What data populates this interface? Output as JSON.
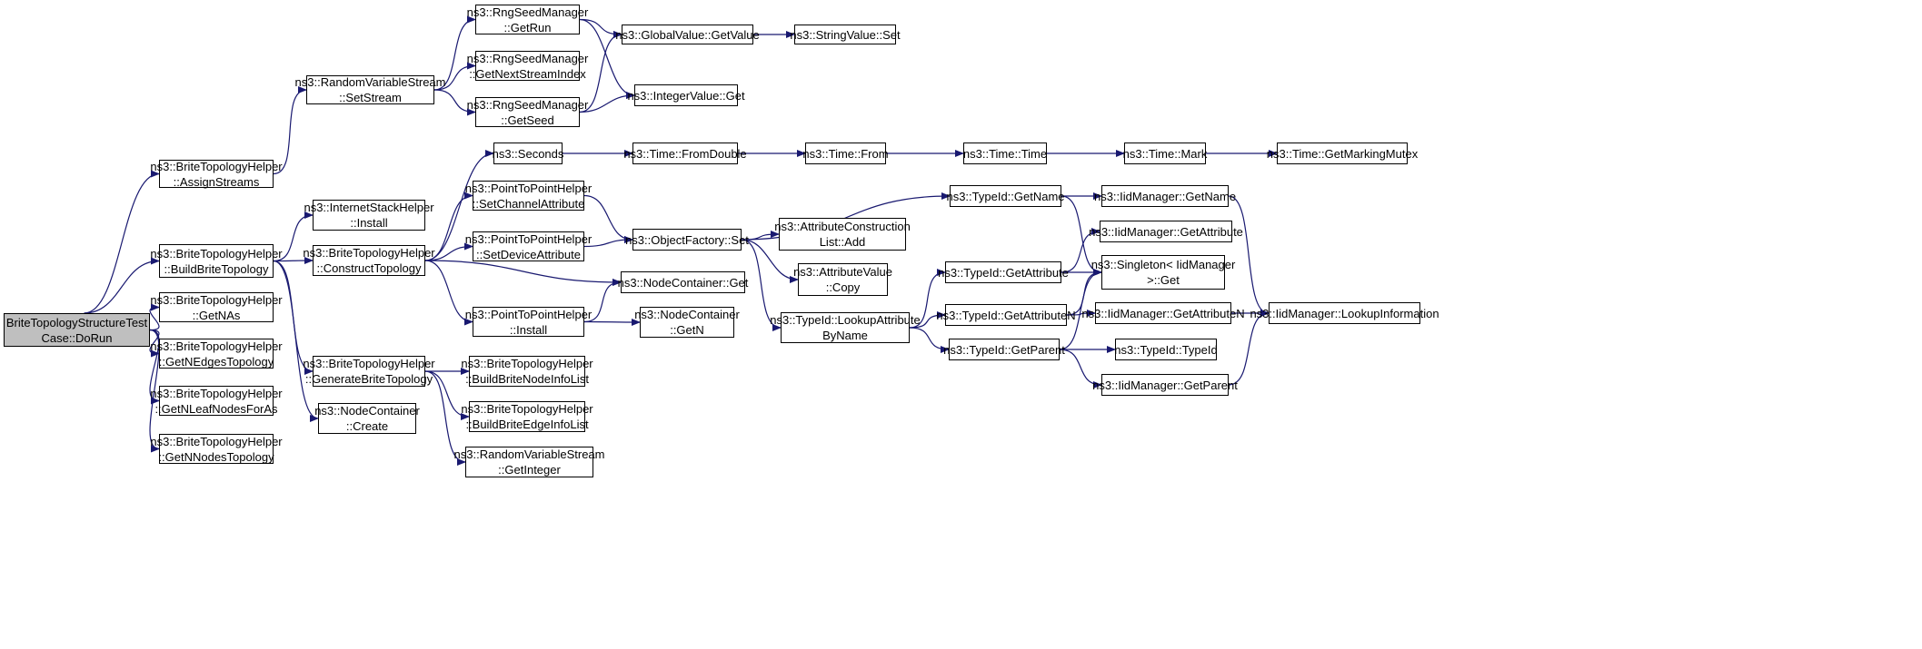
{
  "colors": {
    "edge": "#191970",
    "node_border": "#000000",
    "root_fill": "#bfbfbf",
    "node_fill": "#ffffff"
  },
  "nodes": [
    {
      "id": "root",
      "lines": [
        "BriteTopologyStructureTest",
        "Case::DoRun"
      ],
      "root": true
    },
    {
      "id": "assign_streams",
      "lines": [
        "ns3::BriteTopologyHelper",
        "::AssignStreams"
      ]
    },
    {
      "id": "build_brite_topology",
      "lines": [
        "ns3::BriteTopologyHelper",
        "::BuildBriteTopology"
      ]
    },
    {
      "id": "get_nas",
      "lines": [
        "ns3::BriteTopologyHelper",
        "::GetNAs"
      ]
    },
    {
      "id": "get_nedges",
      "lines": [
        "ns3::BriteTopologyHelper",
        "::GetNEdgesTopology"
      ]
    },
    {
      "id": "get_nleaf",
      "lines": [
        "ns3::BriteTopologyHelper",
        "::GetNLeafNodesForAs"
      ]
    },
    {
      "id": "get_nnodes",
      "lines": [
        "ns3::BriteTopologyHelper",
        "::GetNNodesTopology"
      ]
    },
    {
      "id": "rvs_setstream",
      "lines": [
        "ns3::RandomVariableStream",
        "::SetStream"
      ]
    },
    {
      "id": "internet_install",
      "lines": [
        "ns3::InternetStackHelper",
        "::Install"
      ]
    },
    {
      "id": "construct_topology",
      "lines": [
        "ns3::BriteTopologyHelper",
        "::ConstructTopology"
      ]
    },
    {
      "id": "generate_brite",
      "lines": [
        "ns3::BriteTopologyHelper",
        "::GenerateBriteTopology"
      ]
    },
    {
      "id": "nc_create",
      "lines": [
        "ns3::NodeContainer",
        "::Create"
      ]
    },
    {
      "id": "rng_getrun",
      "lines": [
        "ns3::RngSeedManager",
        "::GetRun"
      ]
    },
    {
      "id": "rng_nextstream",
      "lines": [
        "ns3::RngSeedManager",
        "::GetNextStreamIndex"
      ]
    },
    {
      "id": "rng_getseed",
      "lines": [
        "ns3::RngSeedManager",
        "::GetSeed"
      ]
    },
    {
      "id": "seconds",
      "lines": [
        "ns3::Seconds"
      ]
    },
    {
      "id": "p2p_setchannel",
      "lines": [
        "ns3::PointToPointHelper",
        "::SetChannelAttribute"
      ]
    },
    {
      "id": "p2p_setdevice",
      "lines": [
        "ns3::PointToPointHelper",
        "::SetDeviceAttribute"
      ]
    },
    {
      "id": "p2p_install",
      "lines": [
        "ns3::PointToPointHelper",
        "::Install"
      ]
    },
    {
      "id": "build_node_info",
      "lines": [
        "ns3::BriteTopologyHelper",
        "::BuildBriteNodeInfoList"
      ]
    },
    {
      "id": "build_edge_info",
      "lines": [
        "ns3::BriteTopologyHelper",
        "::BuildBriteEdgeInfoList"
      ]
    },
    {
      "id": "rvs_getinteger",
      "lines": [
        "ns3::RandomVariableStream",
        "::GetInteger"
      ]
    },
    {
      "id": "gv_getvalue",
      "lines": [
        "ns3::GlobalValue::GetValue"
      ]
    },
    {
      "id": "integervalue_get",
      "lines": [
        "ns3::IntegerValue::Get"
      ]
    },
    {
      "id": "time_fromdouble",
      "lines": [
        "ns3::Time::FromDouble"
      ]
    },
    {
      "id": "objectfactory_set",
      "lines": [
        "ns3::ObjectFactory::Set"
      ]
    },
    {
      "id": "nc_get",
      "lines": [
        "ns3::NodeContainer::Get"
      ]
    },
    {
      "id": "nc_getn",
      "lines": [
        "ns3::NodeContainer",
        "::GetN"
      ]
    },
    {
      "id": "stringvalue_set",
      "lines": [
        "ns3::StringValue::Set"
      ]
    },
    {
      "id": "time_from",
      "lines": [
        "ns3::Time::From"
      ]
    },
    {
      "id": "attr_construction_add",
      "lines": [
        "ns3::AttributeConstruction",
        "List::Add"
      ]
    },
    {
      "id": "attrvalue_copy",
      "lines": [
        "ns3::AttributeValue",
        "::Copy"
      ]
    },
    {
      "id": "typeid_lookup",
      "lines": [
        "ns3::TypeId::LookupAttribute",
        "ByName"
      ]
    },
    {
      "id": "time_time",
      "lines": [
        "ns3::Time::Time"
      ]
    },
    {
      "id": "typeid_getname",
      "lines": [
        "ns3::TypeId::GetName"
      ]
    },
    {
      "id": "typeid_getattribute",
      "lines": [
        "ns3::TypeId::GetAttribute"
      ]
    },
    {
      "id": "typeid_getattributen",
      "lines": [
        "ns3::TypeId::GetAttributeN"
      ]
    },
    {
      "id": "typeid_getparent",
      "lines": [
        "ns3::TypeId::GetParent"
      ]
    },
    {
      "id": "time_mark",
      "lines": [
        "ns3::Time::Mark"
      ]
    },
    {
      "id": "iid_getname",
      "lines": [
        "ns3::IidManager::GetName"
      ]
    },
    {
      "id": "iid_getattribute",
      "lines": [
        "ns3::IidManager::GetAttribute"
      ]
    },
    {
      "id": "singleton_get",
      "lines": [
        "ns3::Singleton< IidManager",
        " >::Get"
      ]
    },
    {
      "id": "iid_getattributen",
      "lines": [
        "ns3::IidManager::GetAttributeN"
      ]
    },
    {
      "id": "typeid_typeid",
      "lines": [
        "ns3::TypeId::TypeId"
      ]
    },
    {
      "id": "iid_getparent",
      "lines": [
        "ns3::IidManager::GetParent"
      ]
    },
    {
      "id": "time_getmarkingmutex",
      "lines": [
        "ns3::Time::GetMarkingMutex"
      ]
    },
    {
      "id": "iid_lookupinfo",
      "lines": [
        "ns3::IidManager::LookupInformation"
      ]
    }
  ],
  "edges": [
    [
      "root",
      "assign_streams"
    ],
    [
      "root",
      "build_brite_topology"
    ],
    [
      "root",
      "get_nas"
    ],
    [
      "root",
      "get_nedges"
    ],
    [
      "root",
      "get_nleaf"
    ],
    [
      "root",
      "get_nnodes"
    ],
    [
      "assign_streams",
      "rvs_setstream"
    ],
    [
      "rvs_setstream",
      "rng_getrun"
    ],
    [
      "rvs_setstream",
      "rng_nextstream"
    ],
    [
      "rvs_setstream",
      "rng_getseed"
    ],
    [
      "rng_getrun",
      "gv_getvalue"
    ],
    [
      "rng_getrun",
      "integervalue_get"
    ],
    [
      "rng_getseed",
      "gv_getvalue"
    ],
    [
      "rng_getseed",
      "integervalue_get"
    ],
    [
      "gv_getvalue",
      "stringvalue_set"
    ],
    [
      "build_brite_topology",
      "internet_install"
    ],
    [
      "build_brite_topology",
      "construct_topology"
    ],
    [
      "build_brite_topology",
      "generate_brite"
    ],
    [
      "build_brite_topology",
      "nc_create"
    ],
    [
      "construct_topology",
      "seconds"
    ],
    [
      "construct_topology",
      "p2p_setchannel"
    ],
    [
      "construct_topology",
      "p2p_setdevice"
    ],
    [
      "construct_topology",
      "nc_get"
    ],
    [
      "construct_topology",
      "p2p_install"
    ],
    [
      "seconds",
      "time_fromdouble"
    ],
    [
      "time_fromdouble",
      "time_from"
    ],
    [
      "time_from",
      "time_time"
    ],
    [
      "time_time",
      "time_mark"
    ],
    [
      "time_mark",
      "time_getmarkingmutex"
    ],
    [
      "p2p_setchannel",
      "objectfactory_set"
    ],
    [
      "p2p_setdevice",
      "objectfactory_set"
    ],
    [
      "p2p_install",
      "nc_get"
    ],
    [
      "p2p_install",
      "nc_getn"
    ],
    [
      "objectfactory_set",
      "typeid_getname"
    ],
    [
      "objectfactory_set",
      "attr_construction_add"
    ],
    [
      "objectfactory_set",
      "attrvalue_copy"
    ],
    [
      "objectfactory_set",
      "typeid_lookup"
    ],
    [
      "typeid_lookup",
      "typeid_getattribute"
    ],
    [
      "typeid_lookup",
      "typeid_getattributen"
    ],
    [
      "typeid_lookup",
      "typeid_getparent"
    ],
    [
      "typeid_getname",
      "iid_getname"
    ],
    [
      "typeid_getname",
      "singleton_get"
    ],
    [
      "typeid_getattribute",
      "iid_getattribute"
    ],
    [
      "typeid_getattribute",
      "singleton_get"
    ],
    [
      "typeid_getattributen",
      "singleton_get"
    ],
    [
      "typeid_getattributen",
      "iid_getattributen"
    ],
    [
      "typeid_getparent",
      "singleton_get"
    ],
    [
      "typeid_getparent",
      "typeid_typeid"
    ],
    [
      "typeid_getparent",
      "iid_getparent"
    ],
    [
      "iid_getname",
      "iid_lookupinfo"
    ],
    [
      "iid_getattributen",
      "iid_lookupinfo"
    ],
    [
      "iid_getparent",
      "iid_lookupinfo"
    ],
    [
      "generate_brite",
      "build_node_info"
    ],
    [
      "generate_brite",
      "build_edge_info"
    ],
    [
      "generate_brite",
      "rvs_getinteger"
    ]
  ]
}
